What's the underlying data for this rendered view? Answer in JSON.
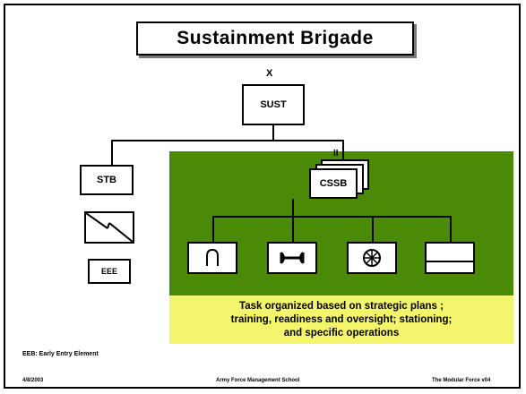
{
  "title": "Sustainment Brigade",
  "units": {
    "sust": {
      "label": "SUST",
      "echelon": "X"
    },
    "stb": {
      "label": "STB"
    },
    "eeb": {
      "label": "EEE"
    },
    "cssb": {
      "label": "CSSB",
      "echelon": "II"
    }
  },
  "subordinate_icons": [
    "maintenance-icon",
    "transport-icon",
    "medical-icon",
    "support-icon"
  ],
  "task_note": [
    "Task organized based on strategic plans ;",
    "training, readiness and oversight; stationing;",
    "and specific operations"
  ],
  "footnote": "EEB: Early Entry Element",
  "footer": {
    "date": "4/8/2003",
    "center": "Army Force Management School",
    "right": "The Modular Force v04"
  },
  "colors": {
    "panel_green": "#4b8a06",
    "note_yellow": "#f4f56c"
  }
}
